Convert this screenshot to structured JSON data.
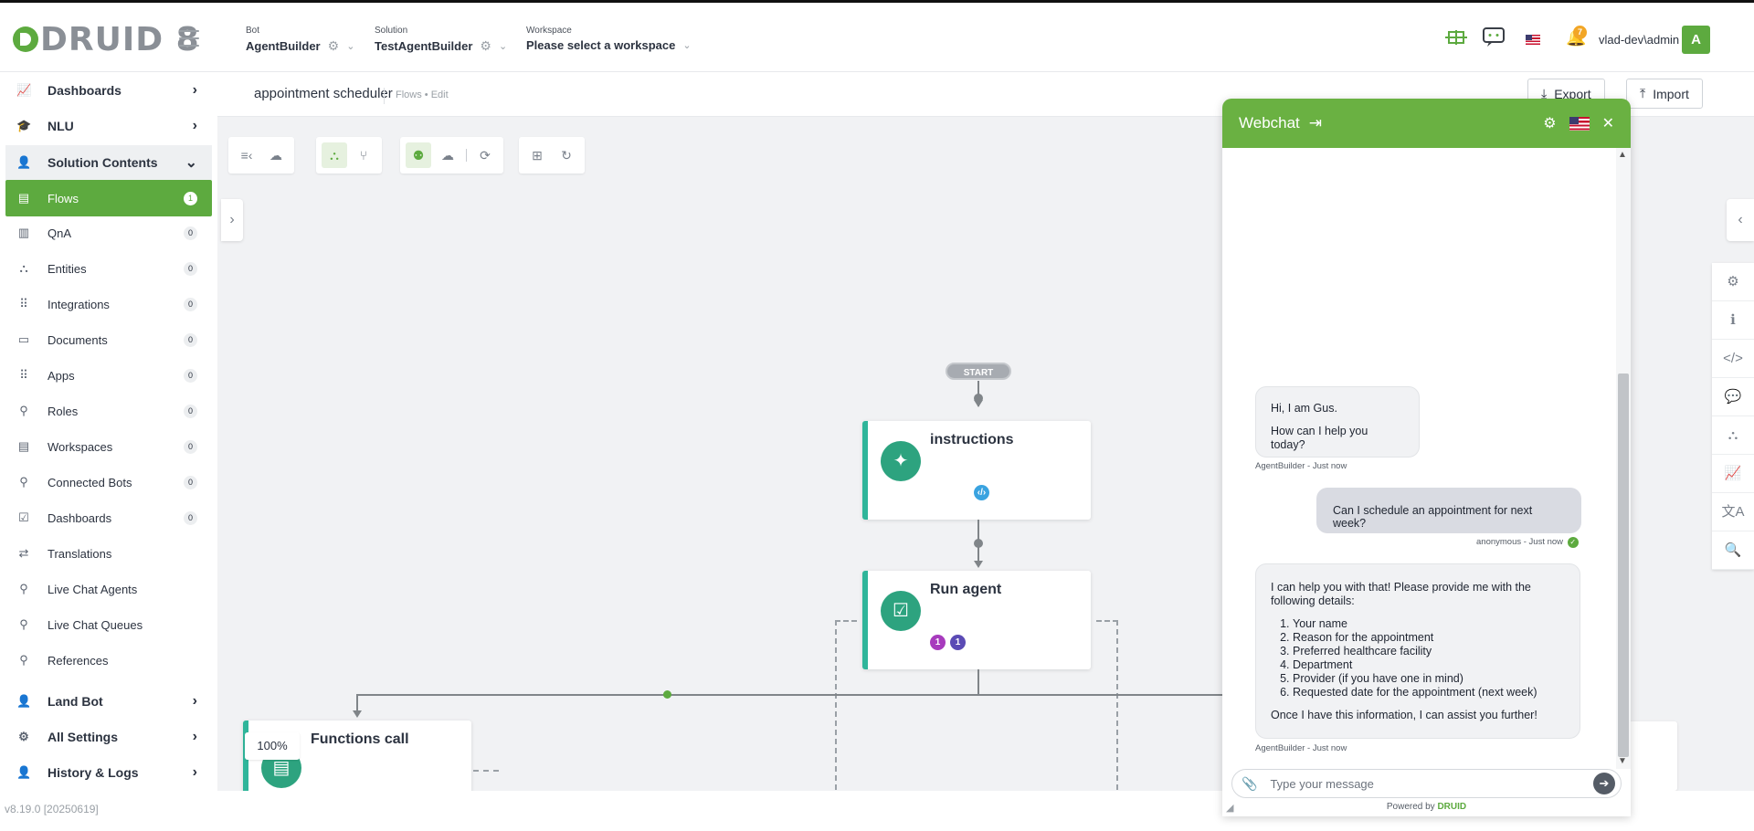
{
  "header": {
    "logo": "DRUID 8",
    "bot": {
      "label": "Bot",
      "value": "AgentBuilder"
    },
    "solution": {
      "label": "Solution",
      "value": "TestAgentBuilder"
    },
    "workspace": {
      "label": "Workspace",
      "value": "Please select a workspace"
    },
    "notifications": "7",
    "user": "vlad-dev\\admin",
    "avatar": "A"
  },
  "sidebar": {
    "top": [
      {
        "label": "Dashboards",
        "icon": "chart-icon"
      },
      {
        "label": "NLU",
        "icon": "graduation-cap-icon"
      }
    ],
    "section": {
      "label": "Solution Contents",
      "icon": "user-icon"
    },
    "items": [
      {
        "label": "Flows",
        "count": "1",
        "active": true
      },
      {
        "label": "QnA",
        "count": "0"
      },
      {
        "label": "Entities",
        "count": "0"
      },
      {
        "label": "Integrations",
        "count": "0"
      },
      {
        "label": "Documents",
        "count": "0"
      },
      {
        "label": "Apps",
        "count": "0"
      },
      {
        "label": "Roles",
        "count": "0"
      },
      {
        "label": "Workspaces",
        "count": "0"
      },
      {
        "label": "Connected Bots",
        "count": "0"
      },
      {
        "label": "Dashboards",
        "count": "0"
      },
      {
        "label": "Translations"
      },
      {
        "label": "Live Chat Agents"
      },
      {
        "label": "Live Chat Queues"
      },
      {
        "label": "References"
      }
    ],
    "bottom": [
      {
        "label": "Land Bot"
      },
      {
        "label": "All Settings"
      },
      {
        "label": "History & Logs"
      }
    ],
    "version": "v8.19.0 [20250619]"
  },
  "flow": {
    "title": "appointment scheduler",
    "crumb": "Flows",
    "crumb_sep": "•",
    "crumb_mode": "Edit",
    "export_label": "Export",
    "import_label": "Import",
    "start_label": "START",
    "nodes": {
      "instructions": "instructions",
      "run_agent": "Run agent",
      "functions_call": "Functions call"
    },
    "chip_values": [
      "1",
      "1"
    ],
    "zoom": "100%"
  },
  "webchat": {
    "title": "Webchat",
    "greeting_1": "Hi, I am Gus.",
    "greeting_2": "How can I help you today?",
    "meta_bot_1": "AgentBuilder - Just now",
    "user_msg": "Can I schedule an appointment for next week?",
    "meta_user": "anonymous - Just now",
    "reply_intro": "I can help you with that! Please provide me with the following details:",
    "reply_items": [
      "Your name",
      "Reason for the appointment",
      "Preferred healthcare facility",
      "Department",
      "Provider (if you have one in mind)",
      "Requested date for the appointment (next week)"
    ],
    "reply_outro": "Once I have this information, I can assist you further!",
    "meta_bot_2": "AgentBuilder - Just now",
    "input_placeholder": "Type your message",
    "powered_by": "Powered by",
    "brand": "DRUID"
  },
  "colors": {
    "accent": "#5daa3f",
    "node_accent": "#2fb59a",
    "webchat_header": "#6ab142"
  }
}
